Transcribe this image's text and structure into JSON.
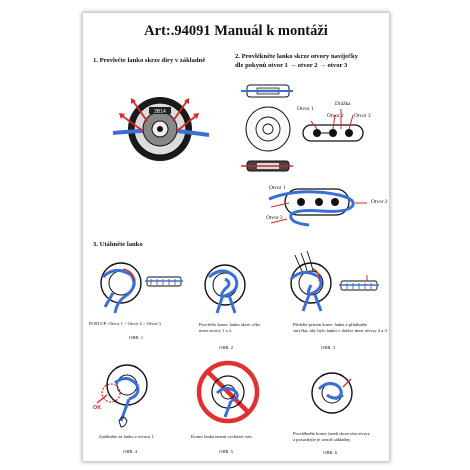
{
  "title": "Art:.94091 Manuál k montáži",
  "step1": {
    "heading": "1. Provlečte lanko skrze díry v základně"
  },
  "step2": {
    "heading_line1": "2. Provlékněte lanko skrze otvory navíječky",
    "heading_line2": "dle pokynů otvor 1 → otvor 2 → otvor 3",
    "label_otvor1": "Otvor 1",
    "label_otvor2": "Otvor 2",
    "label_otvor3": "Otvor 3",
    "label_drazka": "Drážka",
    "label_b_otvor1": "Otvor 1",
    "label_b_otvor2": "Otvor 2",
    "label_b_otvor3": "Otvor 3"
  },
  "step3": {
    "heading": "3. Utáhněte lanko"
  },
  "figures": {
    "obr1": {
      "caption": "POSTUP: Otvor 1 > Otvor 2 > Otvor 3",
      "label": "OBR. 1"
    },
    "obr2": {
      "caption_line1": "Provlečte konec lanka skrze očko",
      "caption_line2": "mezi otvory 1 a 2.",
      "label": "OBR. 2"
    },
    "obr3": {
      "caption_line1": "Přidržte prstem konec lanka a přitáhněte",
      "caption_line2": "smyčku, aby bylo lanko v drážce mezi otvory 2 a 3.",
      "label": "OBR. 3"
    },
    "obr4": {
      "caption": "Zatáhněte za lanko z otvoru 1.",
      "label": "OBR. 4",
      "ok_label": "OK"
    },
    "obr5": {
      "caption": "Konec lanka nesmí vycházet ven.",
      "label": "OBR. 5"
    },
    "obr6": {
      "caption_line1": "Provlékněte konec lanek skrze oba otvory",
      "caption_line2": "a posuchejte je uvnitř základny.",
      "label": "OBR. 6"
    }
  },
  "colors": {
    "lace_blue": "#3b6fd6",
    "arrow_red": "#d62626",
    "prohibit_red": "#e03030"
  }
}
